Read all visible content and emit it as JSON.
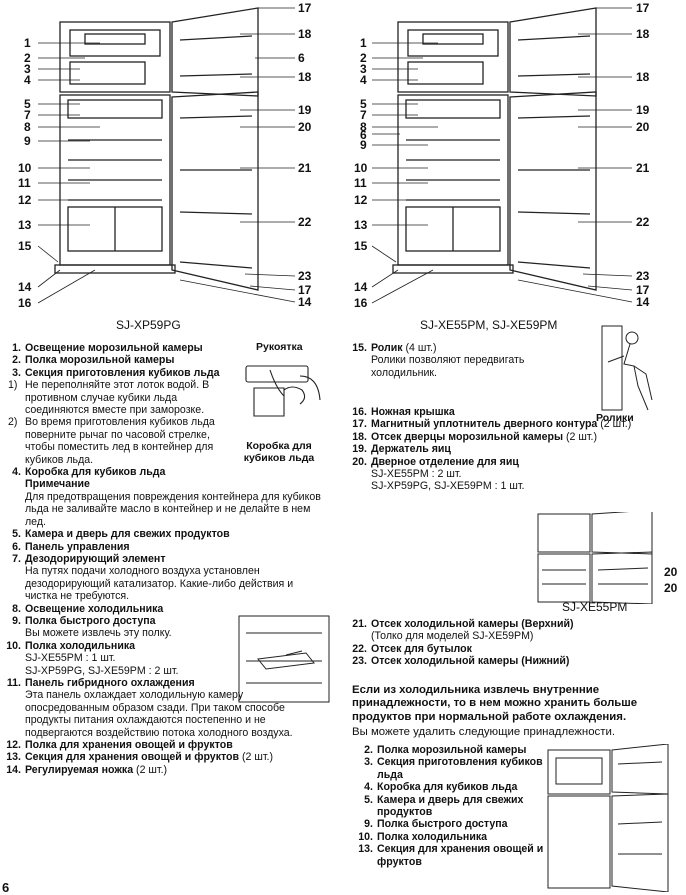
{
  "figures": {
    "left_caption": "SJ-XP59PG",
    "right_caption": "SJ-XE55PM, SJ-XE59PM",
    "small_caption": "SJ-XE55PM",
    "left_labels_l": [
      "1",
      "2",
      "3",
      "4",
      "5",
      "7",
      "8",
      "9",
      "10",
      "11",
      "12",
      "13",
      "15",
      "14",
      "16"
    ],
    "left_labels_r": [
      "17",
      "18",
      "6",
      "18",
      "19",
      "20",
      "21",
      "22",
      "23",
      "17",
      "14"
    ],
    "right_labels_l": [
      "1",
      "2",
      "3",
      "4",
      "5",
      "7",
      "8",
      "6",
      "9",
      "10",
      "11",
      "12",
      "13",
      "15",
      "14",
      "16"
    ],
    "right_labels_r": [
      "17",
      "18",
      "18",
      "19",
      "20",
      "21",
      "22",
      "23",
      "17",
      "14"
    ],
    "small_labels": [
      "20",
      "20"
    ],
    "handle_label": "Рукоятка",
    "icebox_label": "Коробка для кубиков льда",
    "rollers_label": "Ролики"
  },
  "left_col": [
    {
      "n": "1.",
      "t": "Освещение морозильной камеры"
    },
    {
      "n": "2.",
      "t": "Полка морозильной камеры"
    },
    {
      "n": "3.",
      "t": "Секция приготовления кубиков льда"
    },
    {
      "sub": "1)",
      "t": "Не переполняйте этот лоток водой. В противном случае кубики льда соединяются вместе при заморозке."
    },
    {
      "sub": "2)",
      "t": "Во время приготовления кубиков льда поверните рычаг по часовой стрелке, чтобы поместить лед в контейнер для кубиков льда."
    },
    {
      "n": "4.",
      "t": "Коробка для кубиков льда"
    },
    {
      "bold_ind": "Примечание"
    },
    {
      "ind": "Для предотвращения повреждения контейнера для кубиков льда не заливайте масло в контейнер и не делайте в нем лед."
    },
    {
      "n": "5.",
      "t": "Камера и дверь для свежих продуктов"
    },
    {
      "n": "6.",
      "t": "Панель управления"
    },
    {
      "n": "7.",
      "t": "Дезодорирующий элемент"
    },
    {
      "ind": "На путях подачи холодного воздуха установлен дезодорирующий катализатор. Какие-либо действия и чистка не требуются."
    },
    {
      "n": "8.",
      "t": "Освещение холодильника"
    },
    {
      "n": "9.",
      "t": "Полка быстрого доступа"
    },
    {
      "ind": "Вы можете извлечь эту полку."
    },
    {
      "n": "10.",
      "t": "Полка холодильника"
    },
    {
      "ind": "SJ-XE55PM : 1 шт."
    },
    {
      "ind": "SJ-XP59PG, SJ-XE59PM : 2 шт."
    },
    {
      "n": "11.",
      "t": "Панель гибридного охлаждения"
    },
    {
      "ind": "Эта панель охлаждает холодильную камеру опосредованным образом сзади. При таком способе продукты питания охлаждаются постепенно и не подвергаются воздействию потока холодного воздуха."
    },
    {
      "n": "12.",
      "t": "Полка для хранения овощей и фруктов"
    },
    {
      "n": "13.",
      "t": "Секция для хранения овощей и фруктов",
      "s": " (2 шт.)"
    },
    {
      "n": "14.",
      "t": "Регулируемая ножка",
      "s": " (2 шт.)"
    }
  ],
  "right_col": {
    "i15_head": "Ролик",
    "i15_suffix": " (4 шт.)",
    "i15_text": "Ролики позволяют передвигать холодильник.",
    "items_a": [
      {
        "n": "16.",
        "t": "Ножная крышка"
      },
      {
        "n": "17.",
        "t": "Магнитный уплотнитель дверного контура",
        "s": " (2 шт.)"
      },
      {
        "n": "18.",
        "t": "Отсек дверцы морозильной камеры",
        "s": " (2 шт.)"
      },
      {
        "n": "19.",
        "t": "Держатель яиц"
      },
      {
        "n": "20.",
        "t": "Дверное отделение для яиц"
      },
      {
        "ind": "SJ-XE55PM : 2 шт."
      },
      {
        "ind": "SJ-XP59PG, SJ-XE59PM : 1 шт."
      }
    ],
    "items_b": [
      {
        "n": "21.",
        "t": "Отсек холодильной камеры (Верхний)"
      },
      {
        "ind": "(Толко для моделей SJ-XE59PM)"
      },
      {
        "n": "22.",
        "t": "Отсек для бутылок"
      },
      {
        "n": "23.",
        "t": "Отсек холодильной камеры (Нижний)"
      }
    ],
    "note_bold": "Если из холодильника извлечь внутренние принадлежности, то в нем можно хранить больше продуктов при нормальной работе охлаждения.",
    "note": "Вы можете удалить следующие принадлежности.",
    "removable": [
      {
        "n": "2.",
        "t": "Полка морозильной камеры"
      },
      {
        "n": "3.",
        "t": "Секция приготовления кубиков льда"
      },
      {
        "n": "4.",
        "t": "Коробка для кубиков льда"
      },
      {
        "n": "5.",
        "t": "Камера и дверь для свежих продуктов"
      },
      {
        "n": "9.",
        "t": "Полка быстрого доступа"
      },
      {
        "n": "10.",
        "t": "Полка холодильника"
      },
      {
        "n": "13.",
        "t": "Секция для хранения овощей и фруктов"
      }
    ]
  },
  "page_number": "6"
}
